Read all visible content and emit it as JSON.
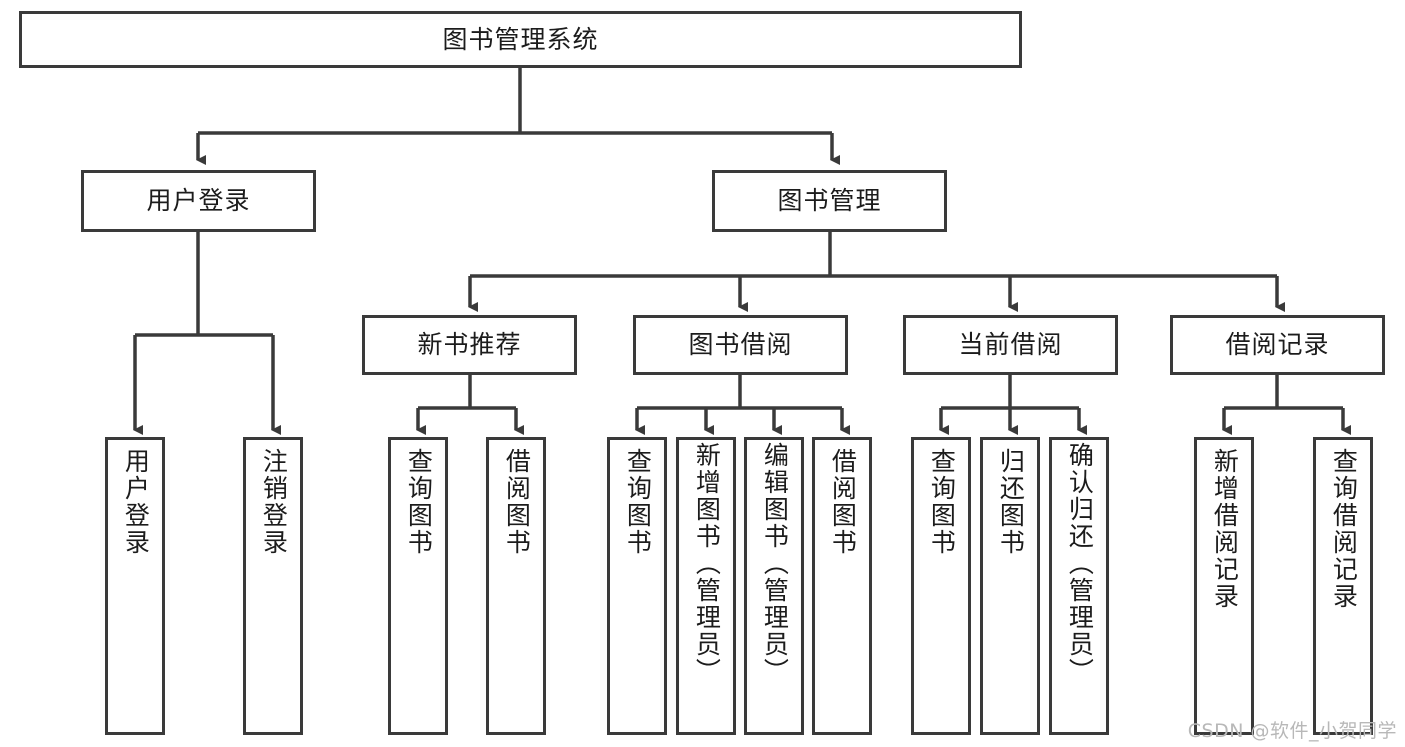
{
  "diagram": {
    "title": "图书管理系统",
    "type": "tree-hierarchy-chart",
    "orientation": "vertical",
    "watermark": "CSDN @软件_小贺同学",
    "colors": {
      "box_border": "#3a3a3a",
      "box_fill": "#ffffff",
      "connector": "#3a3a3a",
      "text": "#1c1c1c",
      "watermark": "#b8b8b8",
      "background": "#ffffff"
    },
    "root": {
      "label": "图书管理系统"
    },
    "level2": [
      {
        "id": "user-login",
        "label": "用户登录"
      },
      {
        "id": "book-management",
        "label": "图书管理"
      }
    ],
    "level3": [
      {
        "id": "new-book-recommend",
        "label": "新书推荐"
      },
      {
        "id": "book-borrow",
        "label": "图书借阅"
      },
      {
        "id": "current-borrow",
        "label": "当前借阅"
      },
      {
        "id": "borrow-record",
        "label": "借阅记录"
      }
    ],
    "leaves": {
      "user_login": [
        {
          "id": "leaf-user-login",
          "label": "用户登录"
        },
        {
          "id": "leaf-logout-login",
          "label": "注销登录"
        }
      ],
      "new_book_recommend": [
        {
          "id": "leaf-query-book-1",
          "label": "查询图书"
        },
        {
          "id": "leaf-borrow-book-1",
          "label": "借阅图书"
        }
      ],
      "book_borrow": [
        {
          "id": "leaf-query-book-2",
          "label": "查询图书"
        },
        {
          "id": "leaf-add-book",
          "label": "新增图书（管理员）"
        },
        {
          "id": "leaf-edit-book",
          "label": "编辑图书（管理员）"
        },
        {
          "id": "leaf-borrow-book-2",
          "label": "借阅图书"
        }
      ],
      "current_borrow": [
        {
          "id": "leaf-query-book-3",
          "label": "查询图书"
        },
        {
          "id": "leaf-return-book",
          "label": "归还图书"
        },
        {
          "id": "leaf-confirm-return",
          "label": "确认归还（管理员）"
        }
      ],
      "borrow_record": [
        {
          "id": "leaf-add-record",
          "label": "新增借阅记录"
        },
        {
          "id": "leaf-query-record",
          "label": "查询借阅记录"
        }
      ]
    }
  }
}
